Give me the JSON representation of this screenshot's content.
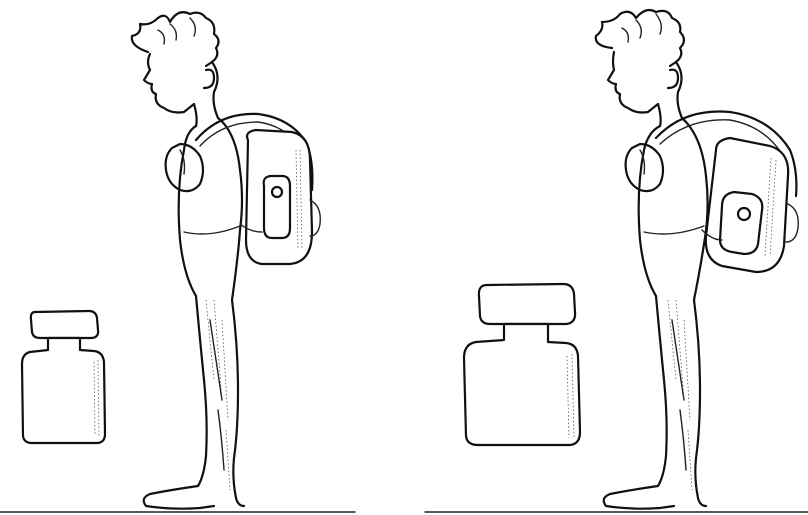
{
  "illustration": {
    "panels": [
      {
        "id": "left",
        "weight_size": "small",
        "backpack": "upright"
      },
      {
        "id": "right",
        "weight_size": "large",
        "backpack": "tilted"
      }
    ],
    "colors": {
      "ink": "#111111",
      "background": "#ffffff"
    }
  }
}
